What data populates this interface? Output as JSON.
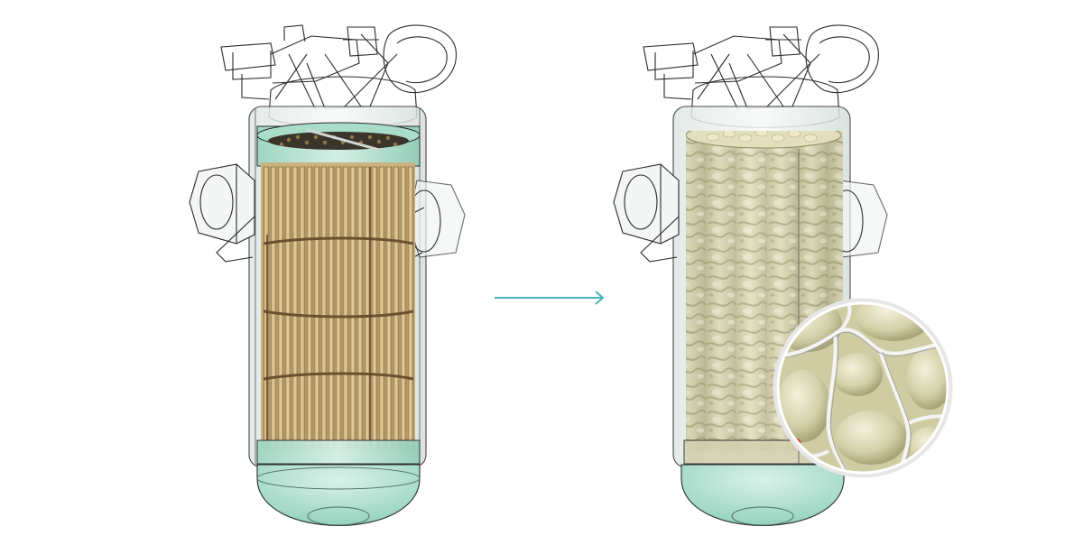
{
  "scene": {
    "background": "#ffffff",
    "colors": {
      "outline": "#2b2b2b",
      "glass": "#e9f1ee",
      "teal_cap": "#bfe4d6",
      "teal_dark": "#8ccab2",
      "tube": "#d6bf8f",
      "tube_dark": "#9c7f4c",
      "tpms": "#d8d5b4",
      "tpms_dark": "#a7a47c",
      "arrow": "#4bb3bd",
      "accent_red": "#d9432b"
    },
    "icons": {
      "left": "shell-and-tube-heat-exchanger",
      "right": "tpms-gyroid-heat-exchanger",
      "arrow": "right-arrow-icon",
      "zoom": "gyroid-detail-magnifier"
    }
  }
}
